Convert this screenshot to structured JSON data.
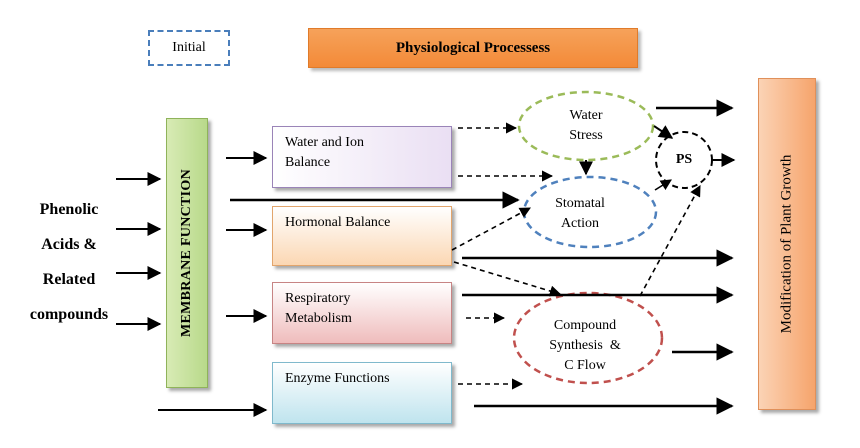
{
  "legend": {
    "initial": "Initial",
    "physiological": "Physiological Processess"
  },
  "membrane_label": "MEMBRANE FUNCTION",
  "outcome_label": "Modification of Plant Growth",
  "input_label": [
    "Phenolic",
    "Acids &",
    "Related",
    "compounds"
  ],
  "processes": {
    "water_ion": [
      "Water and Ion",
      "Balance"
    ],
    "hormonal": "Hormonal Balance",
    "respiratory": [
      "Respiratory",
      "Metabolism"
    ],
    "enzyme": "Enzyme Functions"
  },
  "effects": {
    "water_stress": [
      "Water",
      "Stress"
    ],
    "stomatal": [
      "Stomatal",
      "Action"
    ],
    "compound": [
      "Compound",
      "Synthesis  &",
      "C Flow"
    ],
    "ps": "PS"
  },
  "colors": {
    "initial_border": "#4a7ebb",
    "water_stress_ring": "#9bbb59",
    "stomatal_ring": "#4f81bd",
    "compound_ring": "#c0504d",
    "physiological_fill": "#f38a38",
    "membrane_fill": "#b8d98a",
    "outcome_fill": "#f6a46c"
  }
}
